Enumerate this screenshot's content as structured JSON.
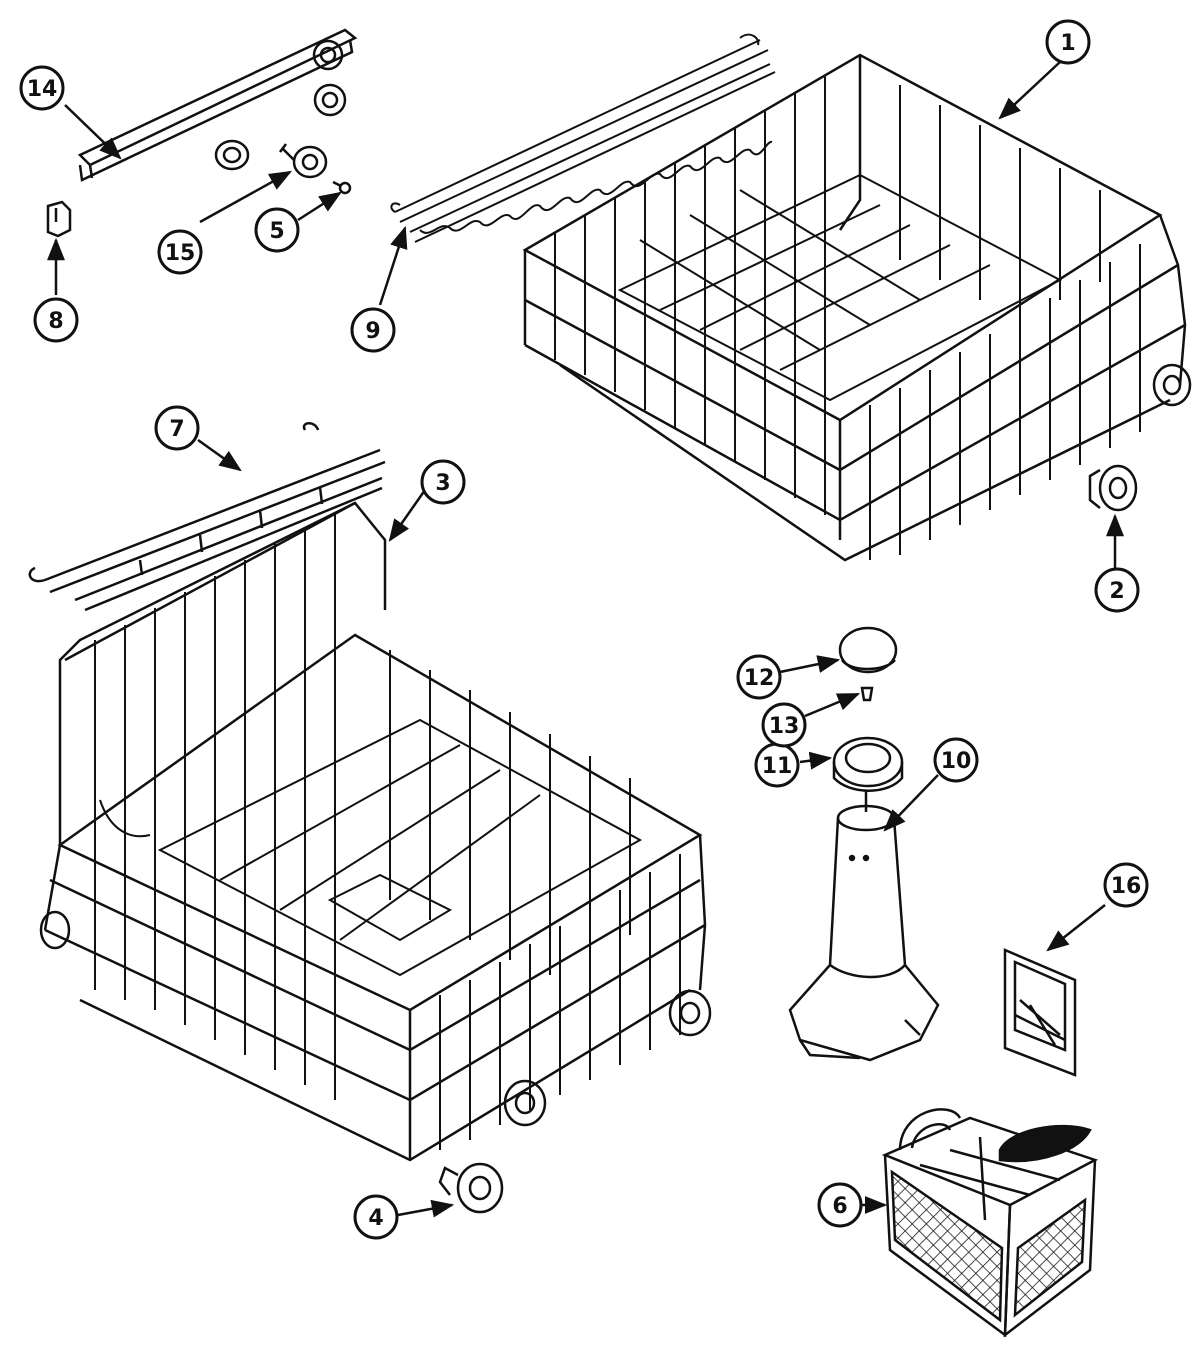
{
  "diagram": {
    "line_color": "#111111",
    "background": "#ffffff",
    "callouts": [
      {
        "number": "1"
      },
      {
        "number": "2"
      },
      {
        "number": "3"
      },
      {
        "number": "4"
      },
      {
        "number": "5"
      },
      {
        "number": "6"
      },
      {
        "number": "7"
      },
      {
        "number": "8"
      },
      {
        "number": "9"
      },
      {
        "number": "10"
      },
      {
        "number": "11"
      },
      {
        "number": "12"
      },
      {
        "number": "13"
      },
      {
        "number": "14"
      },
      {
        "number": "15"
      },
      {
        "number": "16"
      }
    ]
  }
}
